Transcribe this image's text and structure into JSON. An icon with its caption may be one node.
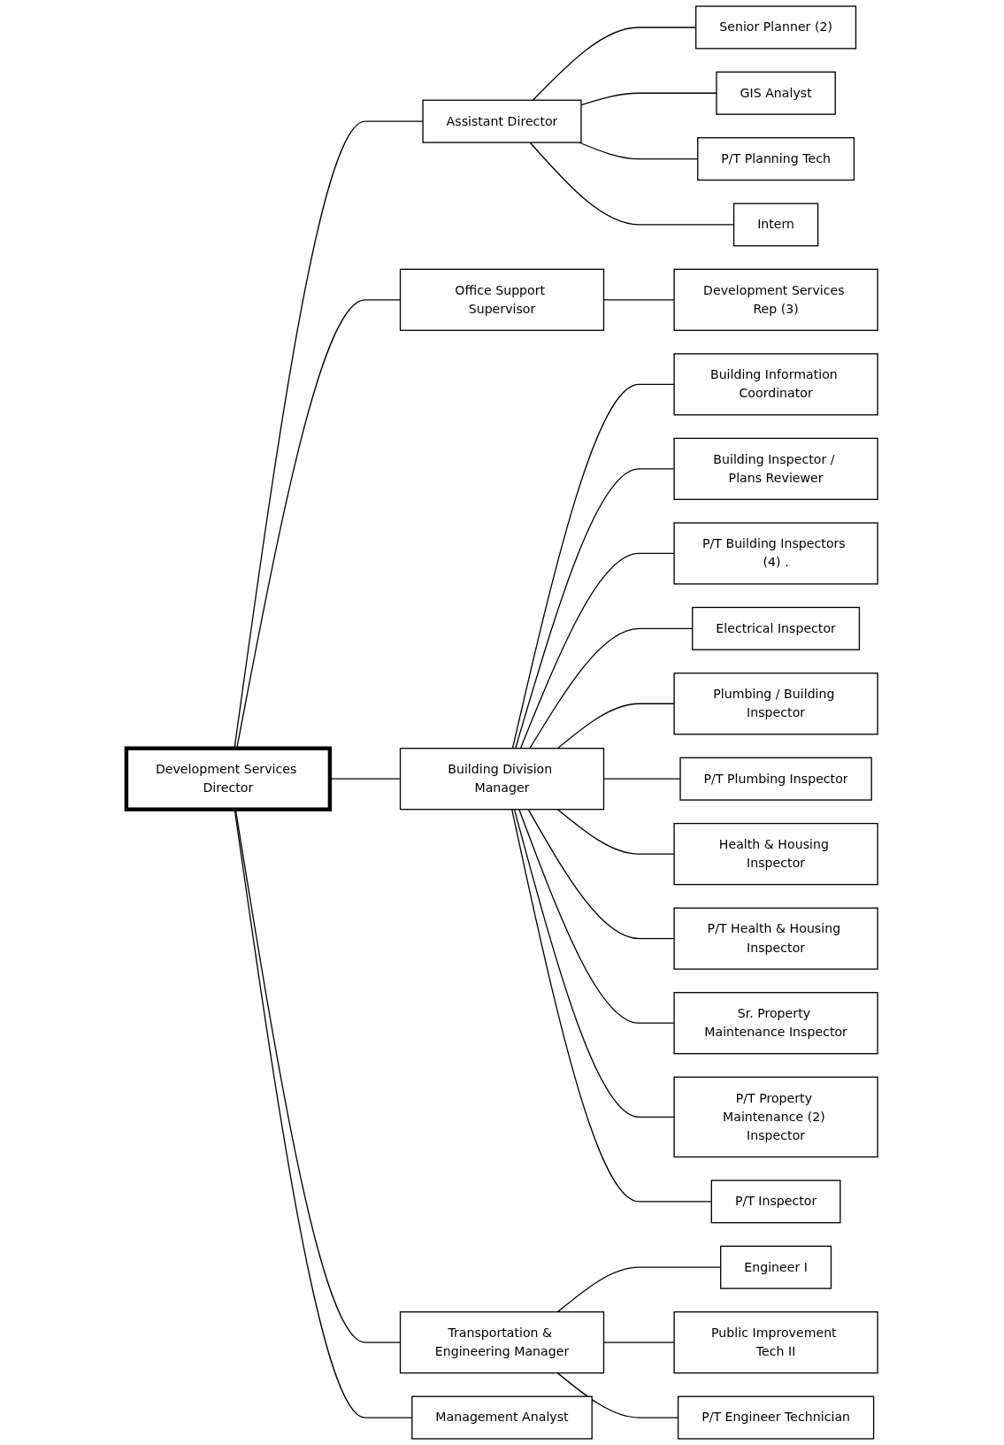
{
  "diagram": {
    "nodes": [
      {
        "text": [
          "Development Services Director"
        ]
      },
      {
        "text": [
          "Management Analyst"
        ]
      },
      {
        "text": [
          "Assistant Director"
        ]
      },
      {
        "text": [
          "Senior Planner (2)"
        ]
      },
      {
        "text": [
          "GIS Analyst"
        ]
      },
      {
        "text": [
          "P/T Planning Tech"
        ]
      },
      {
        "text": [
          "Intern"
        ]
      },
      {
        "text": [
          "Office Support Supervisor"
        ]
      },
      {
        "text": [
          "Development Services Rep (3)"
        ]
      },
      {
        "text": [
          "Building Division Manager"
        ]
      },
      {
        "text": [
          "Building Information Coordinator"
        ]
      },
      {
        "text": [
          "Building Inspector / Plans Reviewer"
        ]
      },
      {
        "text": [
          "P/T Building Inspectors (4) ."
        ]
      },
      {
        "text": [
          "Electrical Inspector"
        ]
      },
      {
        "text": [
          "Plumbing / Building Inspector"
        ]
      },
      {
        "text": [
          "P/T Plumbing Inspector"
        ]
      },
      {
        "text": [
          "Health & Housing Inspector"
        ]
      },
      {
        "text": [
          "P/T Health & Housing Inspector"
        ]
      },
      {
        "text": [
          "Sr. Property Maintenance Inspector"
        ]
      },
      {
        "text": [
          "P/T Property Maintenance (2) Inspector"
        ]
      },
      {
        "text": [
          "P/T Inspector"
        ]
      },
      {
        "text": [
          "Transportation & Engineering Manager"
        ]
      },
      {
        "text": [
          "Engineer I"
        ]
      },
      {
        "text": [
          "Public Improvement Tech II"
        ]
      },
      {
        "text": [
          "P/T Engineer Technician"
        ]
      }
    ],
    "edges": [
      {
        "from": 0,
        "to": 1,
        "arrow": "none"
      },
      {
        "from": 0,
        "to": 2,
        "arrow": "none"
      },
      {
        "from": 0,
        "to": 7,
        "arrow": "none"
      },
      {
        "from": 0,
        "to": 9,
        "arrow": "none"
      },
      {
        "from": 0,
        "to": 21,
        "arrow": "none"
      },
      {
        "from": 2,
        "to": 3,
        "arrow": "none"
      },
      {
        "from": 2,
        "to": 4,
        "arrow": "none"
      },
      {
        "from": 2,
        "to": 5,
        "arrow": "none"
      },
      {
        "from": 2,
        "to": 6,
        "arrow": "none"
      },
      {
        "from": 7,
        "to": 8,
        "arrow": "none"
      },
      {
        "from": 9,
        "to": 10,
        "arrow": "none"
      },
      {
        "from": 9,
        "to": 11,
        "arrow": "none"
      },
      {
        "from": 9,
        "to": 12,
        "arrow": "none"
      },
      {
        "from": 9,
        "to": 13,
        "arrow": "none"
      },
      {
        "from": 9,
        "to": 14,
        "arrow": "none"
      },
      {
        "from": 9,
        "to": 15,
        "arrow": "none"
      },
      {
        "from": 9,
        "to": 16,
        "arrow": "none"
      },
      {
        "from": 9,
        "to": 17,
        "arrow": "none"
      },
      {
        "from": 9,
        "to": 18,
        "arrow": "none"
      },
      {
        "from": 9,
        "to": 19,
        "arrow": "none"
      },
      {
        "from": 9,
        "to": 20,
        "arrow": "none"
      },
      {
        "from": 21,
        "to": 22,
        "arrow": "none"
      },
      {
        "from": 21,
        "to": 23,
        "arrow": "none"
      },
      {
        "from": 21,
        "to": 24,
        "arrow": "none"
      }
    ]
  }
}
